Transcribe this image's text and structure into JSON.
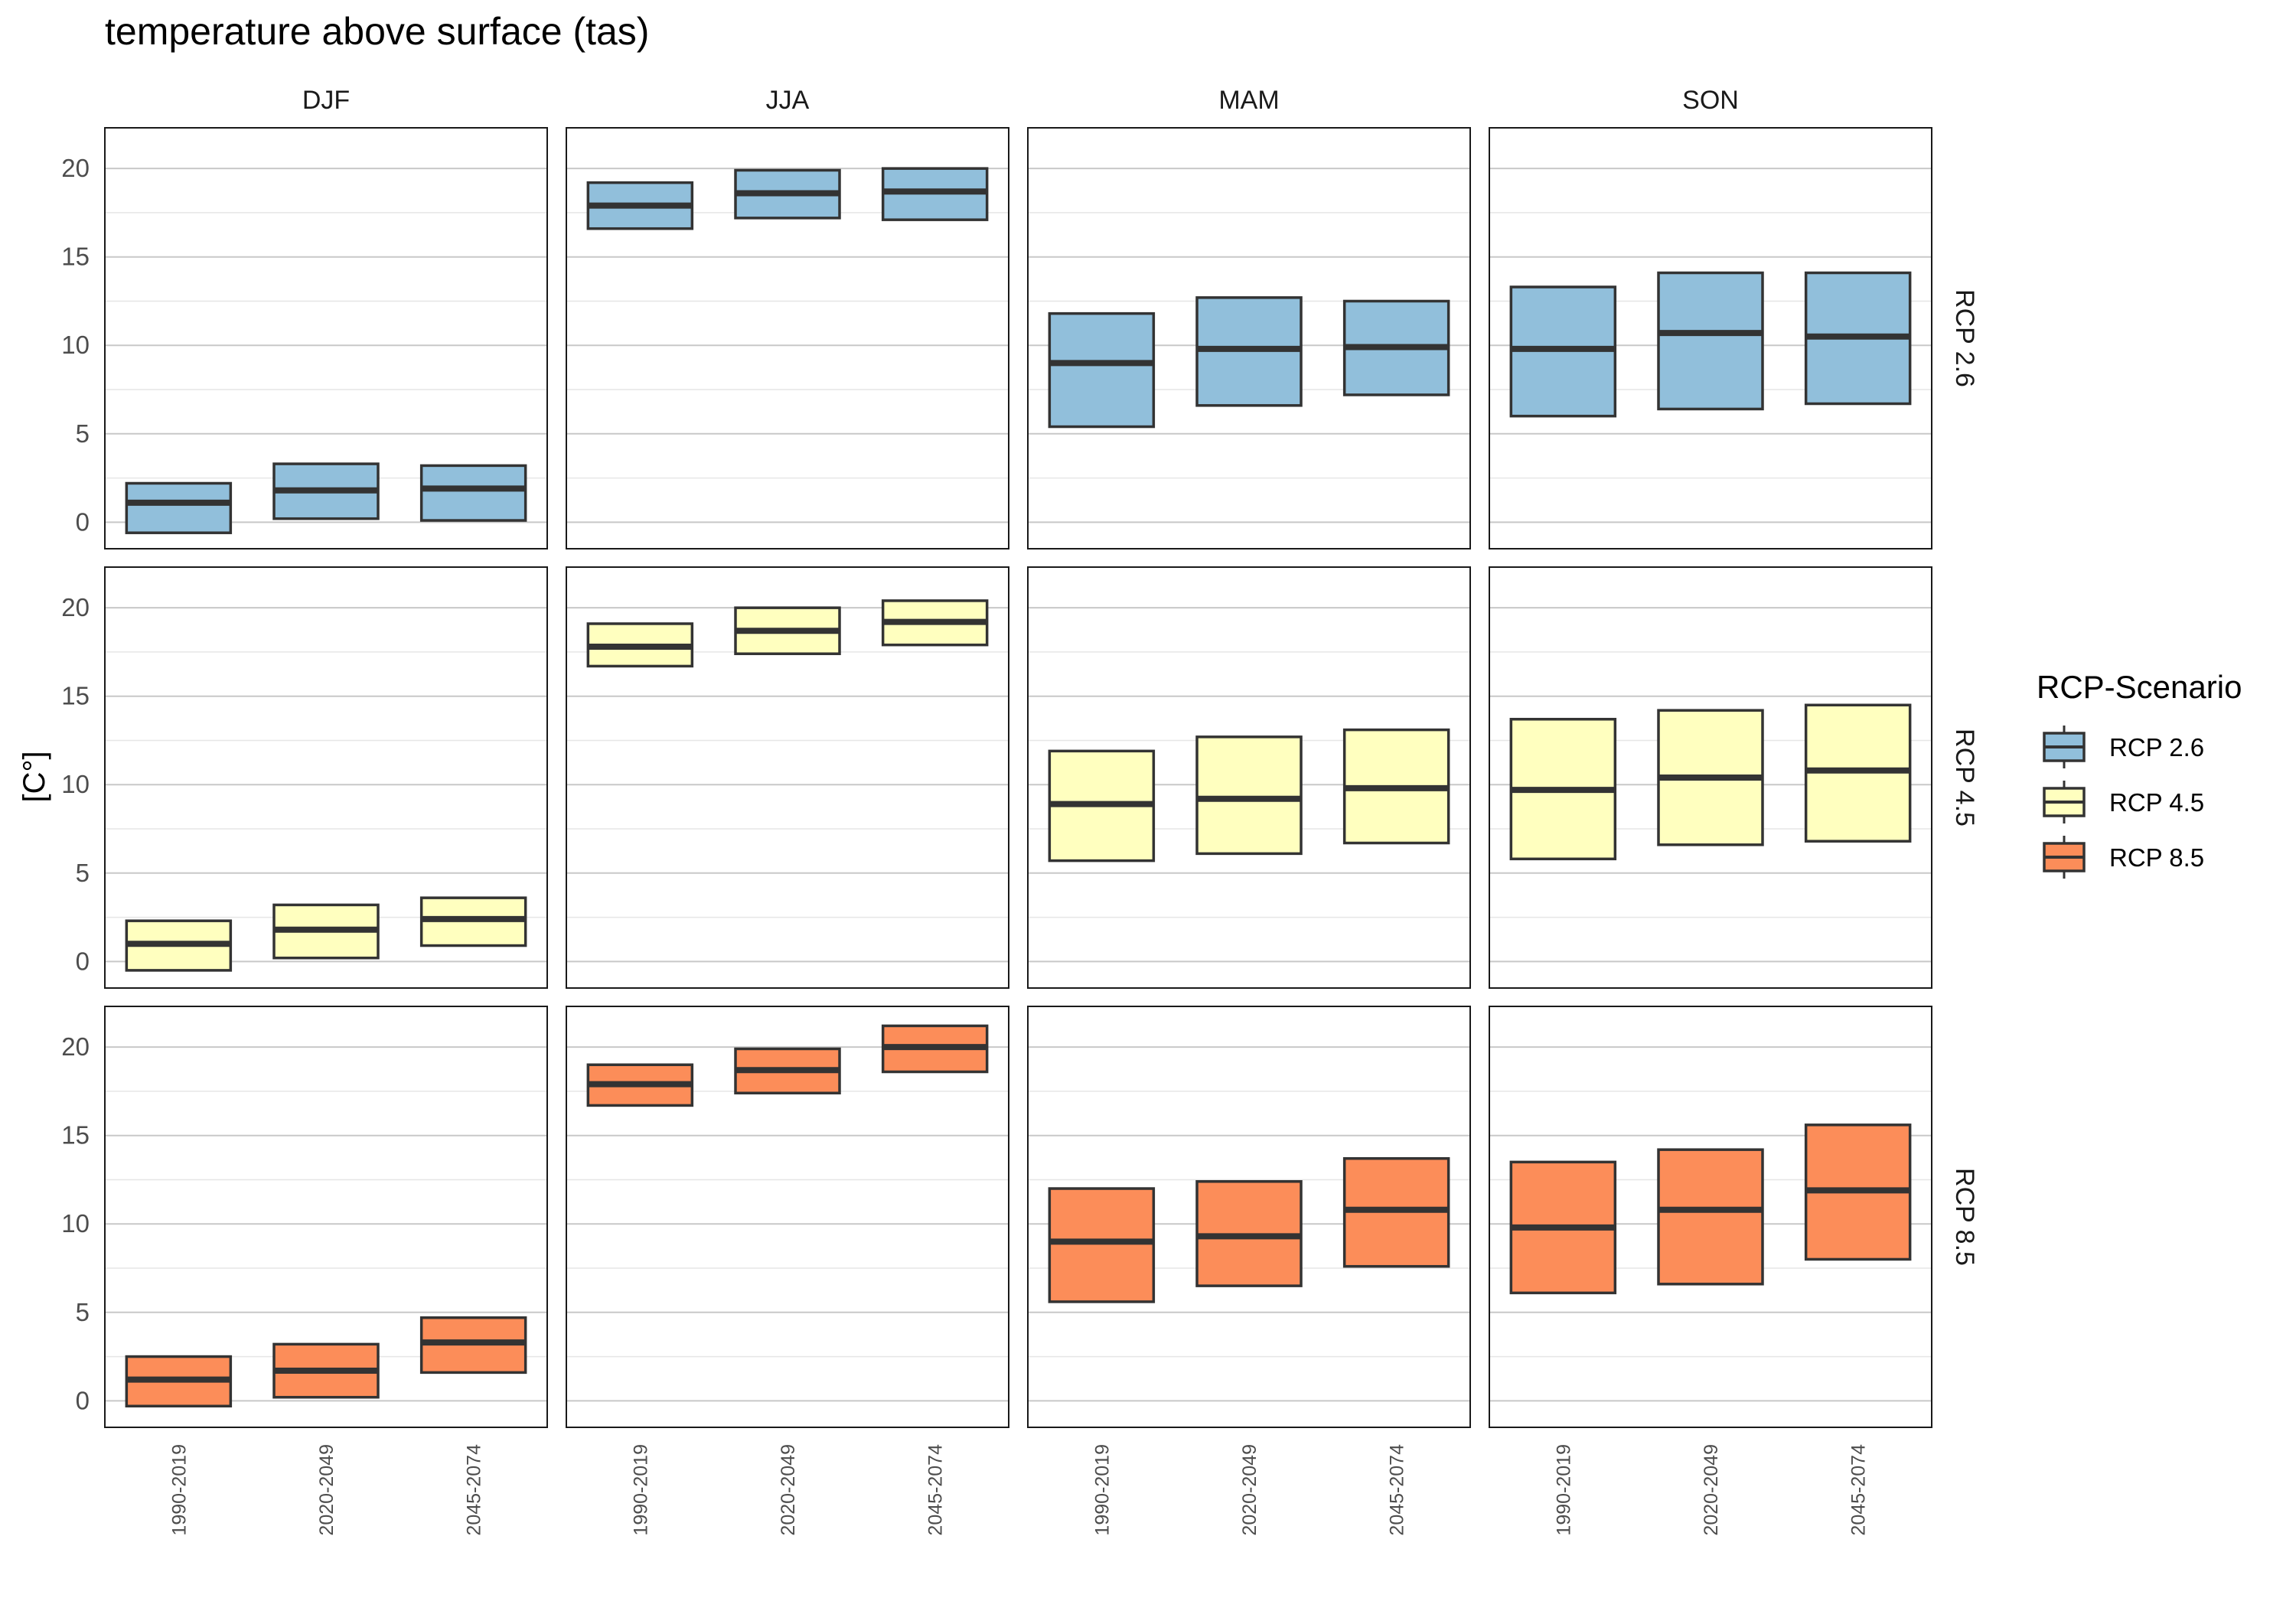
{
  "chart_data": {
    "type": "boxplot",
    "title": "temperature above surface (tas)",
    "ylabel": "[C°]",
    "xlabel": "",
    "ylim": [
      -1.5,
      22.3
    ],
    "yticks": [
      0,
      5,
      10,
      15,
      20
    ],
    "ytick_labels": [
      "0",
      "5",
      "10",
      "15",
      "20"
    ],
    "seasons": [
      "DJF",
      "JJA",
      "MAM",
      "SON"
    ],
    "periods": [
      "1990-2019",
      "2020-2049",
      "2045-2074"
    ],
    "grid": true,
    "legend": {
      "title": "RCP-Scenario",
      "position": "right",
      "entries": [
        "RCP 2.6",
        "RCP 4.5",
        "RCP 8.5"
      ]
    },
    "scenarios": [
      {
        "name": "RCP 2.6",
        "color": "#91bfdb",
        "panels": {
          "DJF": [
            [
              -0.6,
              1.1,
              2.2
            ],
            [
              0.2,
              1.8,
              3.3
            ],
            [
              0.1,
              1.9,
              3.2
            ]
          ],
          "JJA": [
            [
              16.6,
              17.9,
              19.2
            ],
            [
              17.2,
              18.6,
              19.9
            ],
            [
              17.1,
              18.7,
              20.0
            ]
          ],
          "MAM": [
            [
              5.4,
              9.0,
              11.8
            ],
            [
              6.6,
              9.8,
              12.7
            ],
            [
              7.2,
              9.9,
              12.5
            ]
          ],
          "SON": [
            [
              6.0,
              9.8,
              13.3
            ],
            [
              6.4,
              10.7,
              14.1
            ],
            [
              6.7,
              10.5,
              14.1
            ]
          ]
        }
      },
      {
        "name": "RCP 4.5",
        "color": "#ffffbf",
        "panels": {
          "DJF": [
            [
              -0.5,
              1.0,
              2.3
            ],
            [
              0.2,
              1.8,
              3.2
            ],
            [
              0.9,
              2.4,
              3.6
            ]
          ],
          "JJA": [
            [
              16.7,
              17.8,
              19.1
            ],
            [
              17.4,
              18.7,
              20.0
            ],
            [
              17.9,
              19.2,
              20.4
            ]
          ],
          "MAM": [
            [
              5.7,
              8.9,
              11.9
            ],
            [
              6.1,
              9.2,
              12.7
            ],
            [
              6.7,
              9.8,
              13.1
            ]
          ],
          "SON": [
            [
              5.8,
              9.7,
              13.7
            ],
            [
              6.6,
              10.4,
              14.2
            ],
            [
              6.8,
              10.8,
              14.5
            ]
          ]
        }
      },
      {
        "name": "RCP 8.5",
        "color": "#fc8d59",
        "panels": {
          "DJF": [
            [
              -0.3,
              1.2,
              2.5
            ],
            [
              0.2,
              1.7,
              3.2
            ],
            [
              1.6,
              3.3,
              4.7
            ]
          ],
          "JJA": [
            [
              16.7,
              17.9,
              19.0
            ],
            [
              17.4,
              18.7,
              19.9
            ],
            [
              18.6,
              20.0,
              21.2
            ]
          ],
          "MAM": [
            [
              5.6,
              9.0,
              12.0
            ],
            [
              6.5,
              9.3,
              12.4
            ],
            [
              7.6,
              10.8,
              13.7
            ]
          ],
          "SON": [
            [
              6.1,
              9.8,
              13.5
            ],
            [
              6.6,
              10.8,
              14.2
            ],
            [
              8.0,
              11.9,
              15.6
            ]
          ]
        }
      }
    ]
  }
}
